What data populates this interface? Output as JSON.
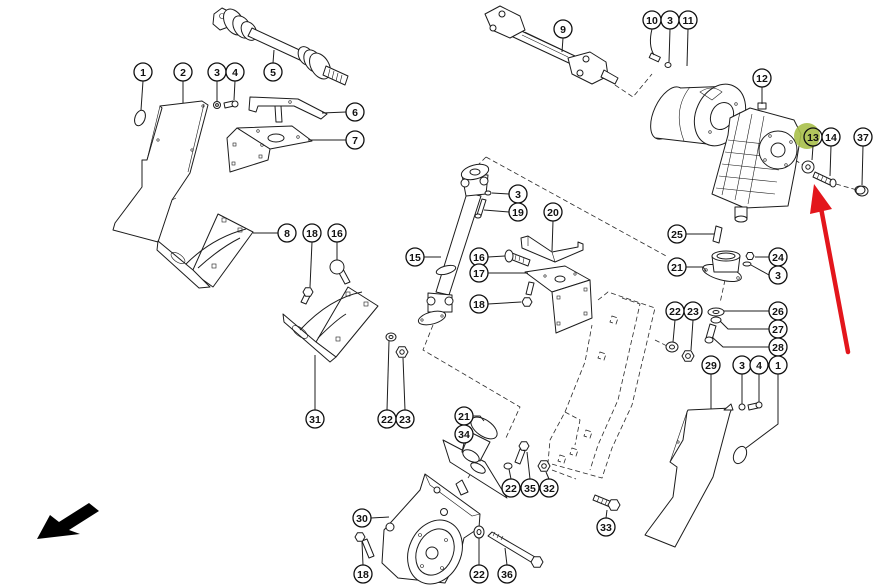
{
  "diagram": {
    "kind": "exploded parts diagram",
    "callouts": [
      "1",
      "2",
      "3",
      "4",
      "5",
      "6",
      "7",
      "8",
      "9",
      "10",
      "3",
      "11",
      "12",
      "13",
      "14",
      "37",
      "3",
      "19",
      "20",
      "15",
      "16",
      "17",
      "18",
      "18",
      "16",
      "25",
      "21",
      "24",
      "3",
      "22",
      "23",
      "26",
      "27",
      "28",
      "29",
      "3",
      "4",
      "1",
      "31",
      "22",
      "23",
      "21",
      "34",
      "22",
      "35",
      "32",
      "33",
      "30",
      "18",
      "22",
      "36"
    ],
    "highlight": {
      "callout": "13",
      "color": "#a9c04a"
    },
    "pointer_arrow": {
      "color": "#e3161c",
      "points_to": "13"
    },
    "direction_arrow": {
      "color": "#000000",
      "direction": "down-left"
    }
  }
}
